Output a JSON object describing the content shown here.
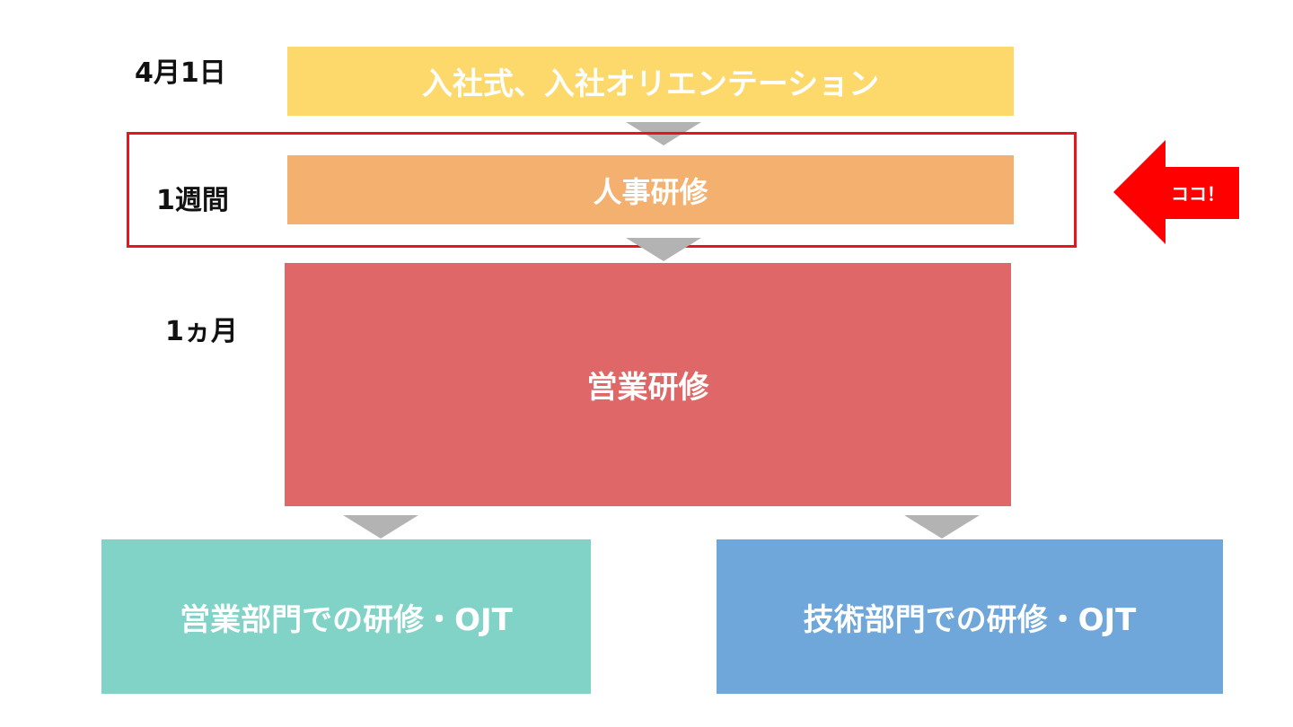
{
  "timeline_labels": {
    "day1": "4月1日",
    "week1": "1週間",
    "month1": "1ヵ月"
  },
  "steps": {
    "orientation": "入社式、入社オリエンテーション",
    "hr_training": "人事研修",
    "sales_training": "営業研修",
    "sales_dept_ojt": "営業部門での研修・OJT",
    "tech_dept_ojt": "技術部門での研修・OJT"
  },
  "callout": {
    "label": "ココ！"
  },
  "colors": {
    "orientation": "#fdd86b",
    "hr_training": "#f4b06e",
    "sales_training": "#e06767",
    "sales_dept_ojt": "#81d3c7",
    "tech_dept_ojt": "#6fa7db",
    "connector": "#b3b3b3",
    "highlight": "#e8161b",
    "callout": "#ff0000"
  }
}
